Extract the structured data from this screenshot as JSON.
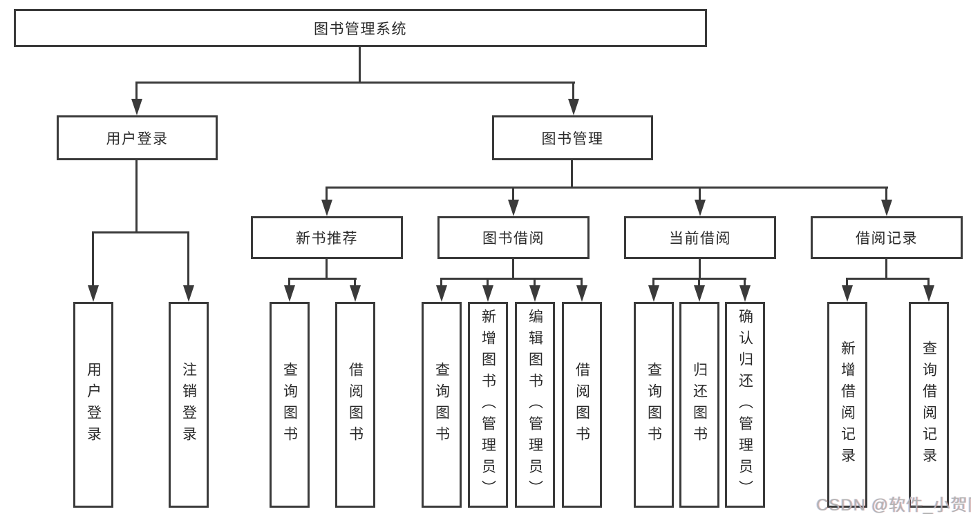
{
  "title": "图书管理系统",
  "nodes": {
    "root": "图书管理系统",
    "user_login": "用户登录",
    "book_mgmt": "图书管理",
    "new_book_rec": "新书推荐",
    "book_borrow": "图书借阅",
    "current_borrow": "当前借阅",
    "borrow_record": "借阅记录",
    "login": "用户登录",
    "logout": "注销登录",
    "nb_query": "查询图书",
    "nb_borrow": "借阅图书",
    "bb_query": "查询图书",
    "bb_add": "新增图书（管理员）",
    "bb_edit": "编辑图书（管理员）",
    "bb_borrow": "借阅图书",
    "cb_query": "查询图书",
    "cb_return": "归还图书",
    "cb_confirm": "确认归还（管理员）",
    "br_add": "新增借阅记录",
    "br_query": "查询借阅记录"
  },
  "hierarchy": {
    "图书管理系统": {
      "用户登录": [
        "用户登录",
        "注销登录"
      ],
      "图书管理": {
        "新书推荐": [
          "查询图书",
          "借阅图书"
        ],
        "图书借阅": [
          "查询图书",
          "新增图书（管理员）",
          "编辑图书（管理员）",
          "借阅图书"
        ],
        "当前借阅": [
          "查询图书",
          "归还图书",
          "确认归还（管理员）"
        ],
        "借阅记录": [
          "新增借阅记录",
          "查询借阅记录"
        ]
      }
    }
  },
  "watermark": "CSDN @软件_小贺同学",
  "colors": {
    "line": "#3a3a3a",
    "text": "#2a2a2a",
    "background": "#ffffff",
    "watermark": "#b3b3b3"
  }
}
